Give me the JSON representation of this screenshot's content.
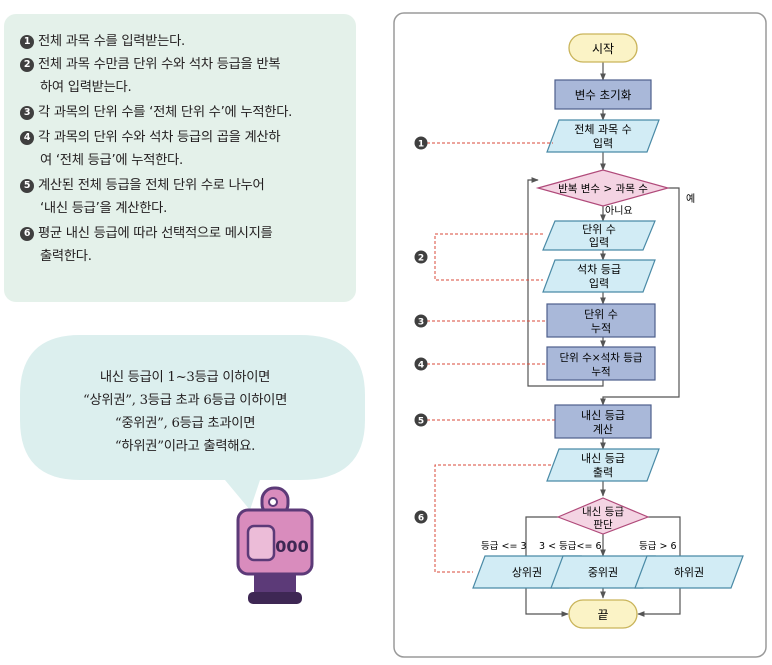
{
  "steps": [
    {
      "num": "1",
      "lines": [
        "전체 과목 수를 입력받는다."
      ]
    },
    {
      "num": "2",
      "lines": [
        "전체 과목 수만큼 단위 수와 석차 등급을 반복",
        "하여 입력받는다."
      ]
    },
    {
      "num": "3",
      "lines": [
        "각 과목의 단위 수를 ‘전체 단위 수’에 누적한다."
      ]
    },
    {
      "num": "4",
      "lines": [
        "각 과목의 단위 수와 석차 등급의 곱을 계산하",
        "여 ‘전체 등급’에 누적한다."
      ]
    },
    {
      "num": "5",
      "lines": [
        "계산된 전체 등급을 전체 단위 수로 나누어",
        "‘내신 등급’을 계산한다."
      ]
    },
    {
      "num": "6",
      "lines": [
        "평균 내신 등급에 따라 선택적으로 메시지를",
        "출력한다."
      ]
    }
  ],
  "speech": {
    "lines": [
      "내신 등급이 1~3등급 이하이면",
      "“상위권”, 3등급 초과 6등급 이하이면",
      "“중위권”, 6등급 초과이면",
      "“하위권”이라고 출력해요."
    ]
  },
  "robot": {
    "label": "000"
  },
  "flowchart": {
    "start": "시작",
    "init": "변수 초기화",
    "input_count": [
      "전체 과목 수",
      "입력"
    ],
    "loop_condition": "반복 변수 > 과목 수",
    "loop_no": "아니요",
    "loop_yes": "예",
    "input_units": [
      "단위 수",
      "입력"
    ],
    "input_grade": [
      "석차 등급",
      "입력"
    ],
    "accumulate_units": [
      "단위 수",
      "누적"
    ],
    "accumulate_grade": [
      "단위 수×석차 등급",
      "누적"
    ],
    "compute": [
      "내신 등급",
      "계산"
    ],
    "output_grade": [
      "내신 등급",
      "출력"
    ],
    "decision": [
      "내신 등급",
      "판단"
    ],
    "cond_upper": "등급 <= 3",
    "cond_middle": "3 < 등급<= 6",
    "cond_lower": "등급 > 6",
    "out_upper": "상위권",
    "out_middle": "중위권",
    "out_lower": "하위권",
    "end": "끝",
    "markers": [
      "1",
      "2",
      "3",
      "4",
      "5",
      "6"
    ]
  },
  "colors": {
    "panel_bg": "#e4f1ea",
    "bubble_bg": "#dcefee",
    "terminal_fill": "#fbf3c6",
    "terminal_stroke": "#c9b45a",
    "process_fill": "#a9b8d9",
    "process_stroke": "#4d5f8c",
    "io_fill": "#d2ecf5",
    "io_stroke": "#4a8aa6",
    "decision_fill": "#f4d4e3",
    "decision_stroke": "#b04a7a",
    "connector_red": "#d9493a",
    "robot_pink": "#d98cbd",
    "robot_dark": "#6b3f8c"
  }
}
